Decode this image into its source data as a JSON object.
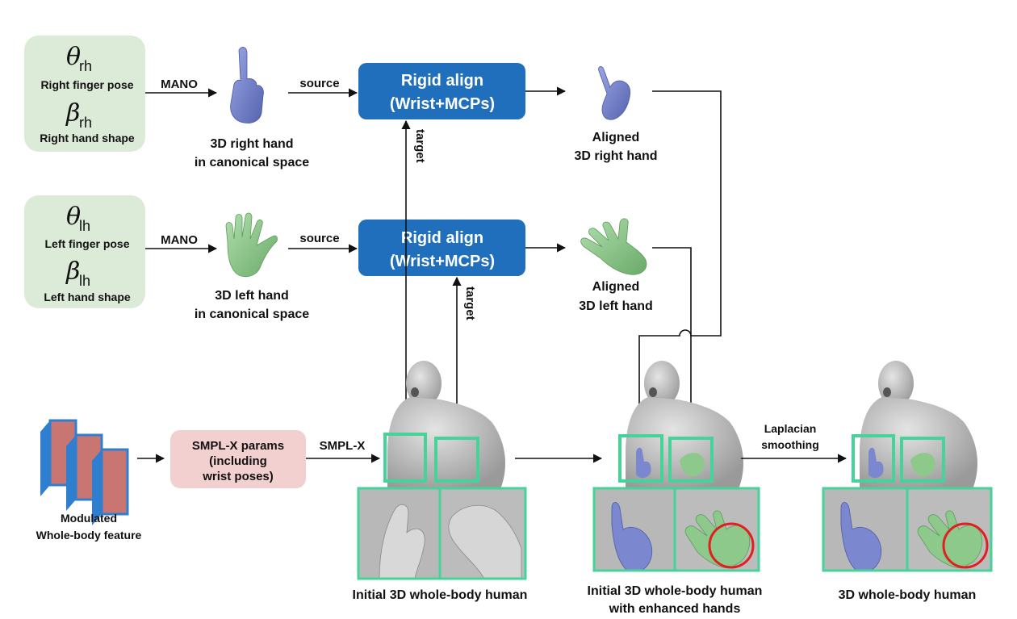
{
  "colors": {
    "param_box_fill": "#dcebd7",
    "rigid_box_fill": "#1f6fbd",
    "smplx_box_fill": "#f2d0cf",
    "crop_border": "#45d39a",
    "right_hand": "#7b88cf",
    "left_hand": "#8cc98a",
    "body": "#c8c8c8",
    "highlight_circle": "#e02020",
    "feature_fill": "#c97673",
    "feature_border": "#2f7fd0"
  },
  "right_params": {
    "theta_symbol": "θ",
    "theta_sub": "rh",
    "theta_label": "Right finger pose",
    "beta_symbol": "β",
    "beta_sub": "rh",
    "beta_label": "Right hand shape"
  },
  "left_params": {
    "theta_symbol": "θ",
    "theta_sub": "lh",
    "theta_label": "Left finger pose",
    "beta_symbol": "β",
    "beta_sub": "lh",
    "beta_label": "Left hand shape"
  },
  "edges": {
    "mano_right": "MANO",
    "mano_left": "MANO",
    "source_right": "source",
    "source_left": "source",
    "target_right": "target",
    "target_left": "target",
    "smplx": "SMPL-X",
    "laplacian_line1": "Laplacian",
    "laplacian_line2": "smoothing"
  },
  "nodes": {
    "canon_right_line1": "3D right hand",
    "canon_right_line2": "in canonical space",
    "canon_left_line1": "3D left hand",
    "canon_left_line2": "in canonical space",
    "rigid_right_line1": "Rigid align",
    "rigid_right_line2": "(Wrist+MCPs)",
    "rigid_left_line1": "Rigid align",
    "rigid_left_line2": "(Wrist+MCPs)",
    "aligned_right_line1": "Aligned",
    "aligned_right_line2": "3D right hand",
    "aligned_left_line1": "Aligned",
    "aligned_left_line2": "3D left hand",
    "feature_line1": "Modulated",
    "feature_line2": "Whole-body feature",
    "smplx_params_line1": "SMPL-X params",
    "smplx_params_line2": "(including",
    "smplx_params_line3": "wrist poses)"
  },
  "outputs": {
    "initial": "Initial 3D whole-body human",
    "enhanced_line1": "Initial 3D whole-body human",
    "enhanced_line2": "with enhanced hands",
    "final": "3D whole-body human"
  }
}
